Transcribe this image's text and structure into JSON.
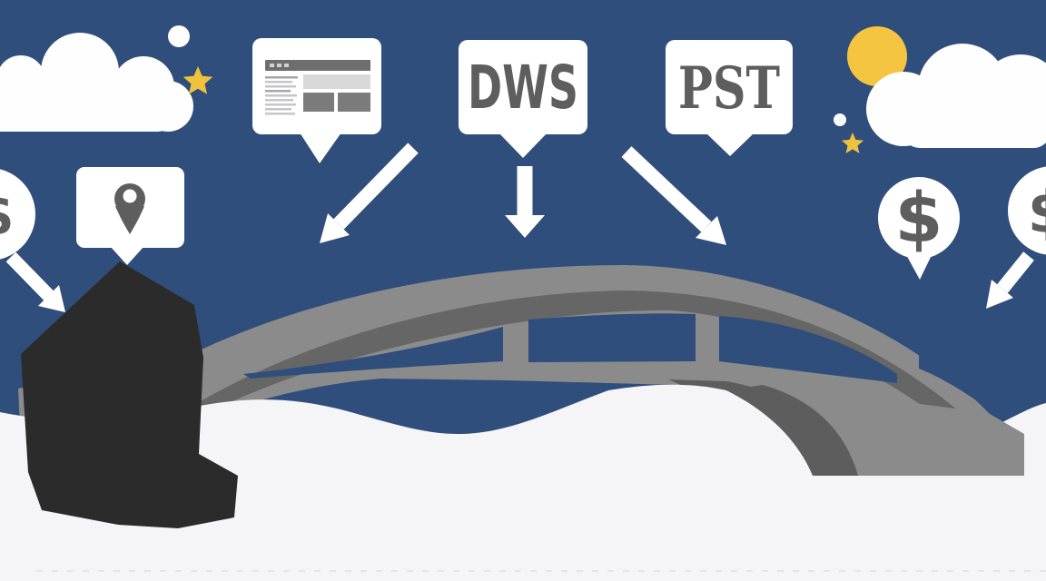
{
  "illustration": {
    "title": "flat illustration of callout bubbles pointing at an arch bridge over snowy ground",
    "bubbles": {
      "browser": {
        "icon": "browser-window-icon",
        "label": ""
      },
      "dws": {
        "label": "DWS"
      },
      "pst": {
        "label": "PST"
      },
      "pin": {
        "icon": "map-pin-icon"
      },
      "dollar_main": {
        "label": "$"
      },
      "dollar_left": {
        "label": "$"
      },
      "dollar_edge": {
        "label": "$"
      }
    },
    "icons": [
      "cloud-icon",
      "sun-icon",
      "star-icon",
      "sparkle-dot-icon",
      "browser-window-icon",
      "map-pin-icon",
      "dollar-sign",
      "arrow-down-right-icon",
      "arrow-down-left-icon",
      "arrow-down-icon"
    ],
    "scenery": [
      "bridge",
      "rock",
      "snow-ground"
    ],
    "colors": {
      "sky": "#2F4E7C",
      "cloud": "#FEFEFE",
      "sun": "#F5C440",
      "star": "#F0C23C",
      "bubble": "#FFFFFF",
      "arrow": "#FFFFFF",
      "bridge": "#8B8B8B",
      "bridge_shadow": "#666666",
      "abutment_shadow": "#5D5D5D",
      "rock": "#2B2B2B",
      "snow": "#F5F5F7",
      "glyph_gray": "#5E5E5E"
    }
  }
}
